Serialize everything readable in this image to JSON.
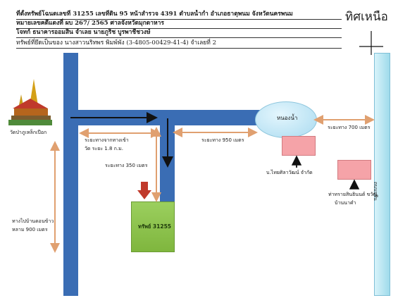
{
  "header": {
    "line1": "ที่ตั้งทรัพย์โฉนดเลขที่ 31255 เลขที่ดิน 95 หน้าสำรวจ 4391 ตำบลน้ำก่ำ อำเภอธาตุพนม จังหวัดนครพนม",
    "line2": "หมายเลขคดีแดงที่ ผบ 267/ 2565 ศาลจังหวัดมุกดาหาร",
    "line3": "โจทก์ ธนาคารออมสิน จำเลย นายภูริช บูรพาชีชวงษ์",
    "line4": "ทรัพย์ที่ยึดเป็นของ นางสาวนริทพร พิมพ์พัง (3-4805-00429-41-4) จำเลยที่ 2"
  },
  "north_label": "ทิศเหนือ",
  "temple_label": "วัดป่าภูเหล็กเปือก",
  "pond_label": "หนองน้ำ",
  "property_label": "ทรัพย์ 31255",
  "vertical_road_label": "ถนนบุรีน",
  "distances": {
    "temple_entrance": "ระยะทางจากทางเข้า",
    "temple_entrance_2": "วัด ระยะ 1.8 ก.ม.",
    "d350": "ระยะทาง 350 เมตร",
    "d950": "ระยะทาง 950 เมตร",
    "d700": "ระยะทาง 700 เมตร",
    "village_1": "ทางไปบ้านดอนข้าว",
    "village_2": "หลาม 900 เมตร"
  },
  "landmarks": {
    "company": "บ.ไทยศิลาวัฒน์ จำกัด",
    "shop_1": "ท่าทรายสินธินนต์ ขวัญ",
    "shop_2": "บ้านนาคำ"
  },
  "colors": {
    "road": "#3a6db4",
    "river": "#aee6f2",
    "property": "#8bc34a",
    "building": "#f5a3a8",
    "pond": "#bfe6f7",
    "distance_arrow": "#e0a070",
    "marker": "#c0392b"
  }
}
